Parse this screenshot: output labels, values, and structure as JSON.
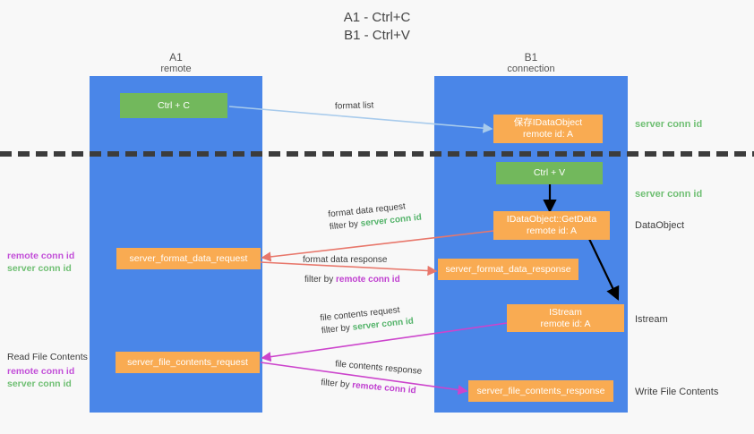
{
  "title": {
    "line1": "A1 - Ctrl+C",
    "line2": "B1 - Ctrl+V"
  },
  "columns": [
    {
      "id": "a1",
      "name": "A1",
      "role": "remote"
    },
    {
      "id": "b1",
      "name": "B1",
      "role": "connection"
    }
  ],
  "nodes": {
    "ctrl_c": {
      "line1": "Ctrl + C",
      "line2": ""
    },
    "save_idataobject": {
      "line1": "保存IDataObject",
      "line2": "remote id: A"
    },
    "ctrl_v": {
      "line1": "Ctrl + V",
      "line2": ""
    },
    "idataobject_getdata": {
      "line1": "IDataObject::GetData",
      "line2": "remote id: A"
    },
    "format_data_request": {
      "line1": "server_format_data_request",
      "line2": ""
    },
    "format_data_response": {
      "line1": "server_format_data_response",
      "line2": ""
    },
    "istream": {
      "line1": "IStream",
      "line2": "remote id: A"
    },
    "file_contents_request": {
      "line1": "server_file_contents_request",
      "line2": ""
    },
    "file_contents_response": {
      "line1": "server_file_contents_response",
      "line2": ""
    }
  },
  "edge_labels": {
    "format_list": {
      "line1": "format list",
      "line2_prefix": "",
      "line2_token": "",
      "line2_token_kind": ""
    },
    "format_data_request": {
      "line1": "format data request",
      "line2_prefix": "filter by ",
      "line2_token": "server conn id",
      "line2_token_kind": "server"
    },
    "format_data_response": {
      "line1": "format data response",
      "line2_prefix": "filter by ",
      "line2_token": "remote conn id",
      "line2_token_kind": "remote"
    },
    "file_contents_request": {
      "line1": "file contents request",
      "line2_prefix": "filter by ",
      "line2_token": "server conn id",
      "line2_token_kind": "server"
    },
    "file_contents_response": {
      "line1": "file contents response",
      "line2_prefix": "filter by ",
      "line2_token": "remote conn id",
      "line2_token_kind": "remote"
    }
  },
  "left_notes": {
    "format_conn": {
      "remote": "remote conn id",
      "server": "server conn id"
    },
    "file_conn": {
      "heading": "Read File Contents",
      "remote": "remote conn id",
      "server": "server conn id"
    }
  },
  "right_notes": {
    "server_conn_top": "server conn id",
    "server_conn_middle": "server conn id",
    "dataobject": "DataObject",
    "istream": "Istream",
    "write_file": "Write File Contents"
  },
  "colors": {
    "lane": "#4a86e8",
    "node_green": "#72b85c",
    "node_orange": "#f9ab52",
    "arrow_blue": "#a8cbec",
    "arrow_red": "#e8776b",
    "arrow_magenta": "#cc44cc",
    "arrow_black": "#000000",
    "divider": "#3c3c3c",
    "server_conn": "#6fbf73",
    "remote_conn": "#c24fd8"
  }
}
